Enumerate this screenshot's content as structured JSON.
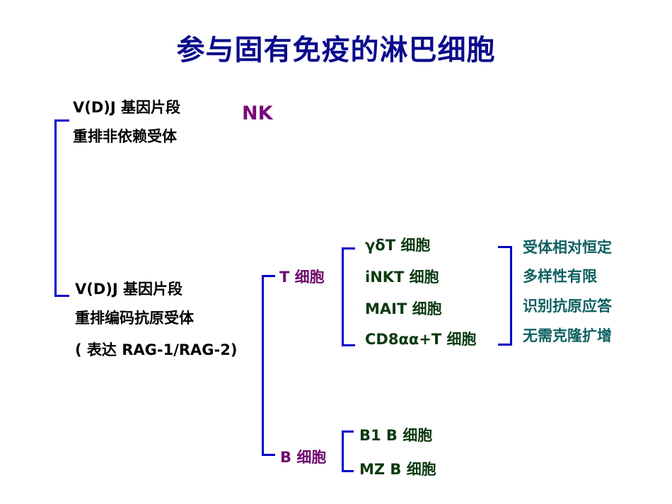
{
  "title": "参与固有免疫的淋巴细胞",
  "group1": {
    "lines": [
      "V(D)J  基因片段",
      "重排非依赖受体"
    ],
    "label": "NK"
  },
  "group2": {
    "lines": [
      "V(D)J  基因片段",
      "重排编码抗原受体",
      "( 表达 RAG-1/RAG-2)"
    ]
  },
  "t_cell": {
    "label": "T 细胞",
    "subtypes": [
      "γδT 细胞",
      "iNKT 细胞",
      "MAIT 细胞",
      "CD8αα+T 细胞"
    ],
    "features": [
      "受体相对恒定",
      "多样性有限",
      "识别抗原应答",
      "无需克隆扩增"
    ]
  },
  "b_cell": {
    "label": "B 细胞",
    "subtypes": [
      "B1 B 细胞",
      "MZ B 细胞"
    ]
  },
  "colors": {
    "title": "#0b0b8c",
    "bracket": "#0000c8",
    "nk": "#7a0a7a",
    "cell_label": "#6e0a6e",
    "subtype": "#0c3a10",
    "feature": "#0e6060"
  }
}
